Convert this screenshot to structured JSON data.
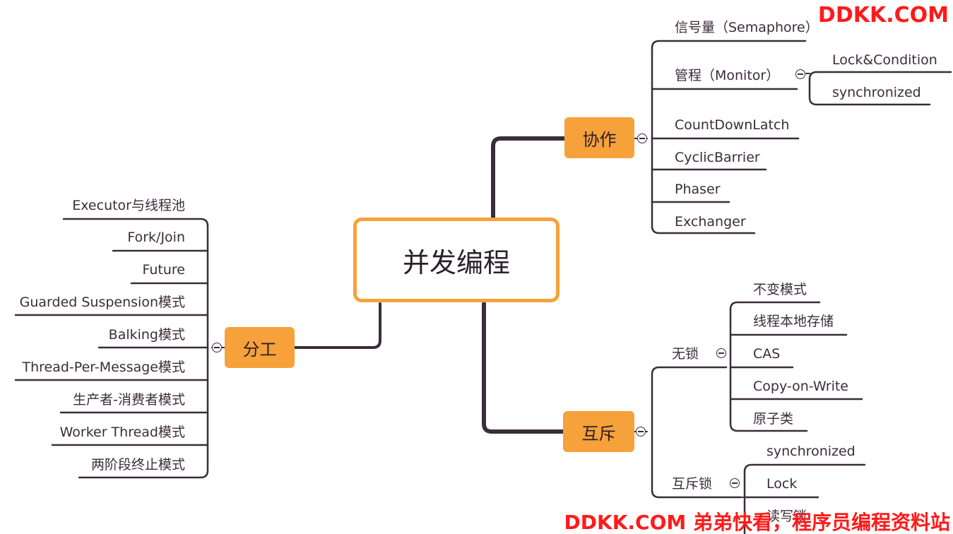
{
  "root": {
    "label": "并发编程"
  },
  "branches": {
    "xiezuo": {
      "label": "协作",
      "items": [
        "信号量（Semaphore）",
        "管程（Monitor）",
        "CountDownLatch",
        "CyclicBarrier",
        "Phaser",
        "Exchanger"
      ],
      "monitor_children": [
        "Lock&Condition",
        "synchronized"
      ]
    },
    "fengong": {
      "label": "分工",
      "items": [
        "Executor与线程池",
        "Fork/Join",
        "Future",
        "Guarded Suspension模式",
        "Balking模式",
        "Thread-Per-Message模式",
        "生产者-消费者模式",
        "Worker Thread模式",
        "两阶段终止模式"
      ]
    },
    "huchi": {
      "label": "互斥",
      "wusuo": {
        "label": "无锁",
        "items": [
          "不变模式",
          "线程本地存储",
          "CAS",
          "Copy-on-Write",
          "原子类"
        ]
      },
      "huchisuo": {
        "label": "互斥锁",
        "items": [
          "synchronized",
          "Lock",
          "读写锁"
        ]
      }
    }
  },
  "watermark": {
    "top": "DDKK.COM",
    "bottom": "DDKK.COM 弟弟快看，程序员编程资料站"
  },
  "colors": {
    "accent": "#f7a13a",
    "line": "#3a2d3a",
    "watermark": "#ff1a1a"
  }
}
